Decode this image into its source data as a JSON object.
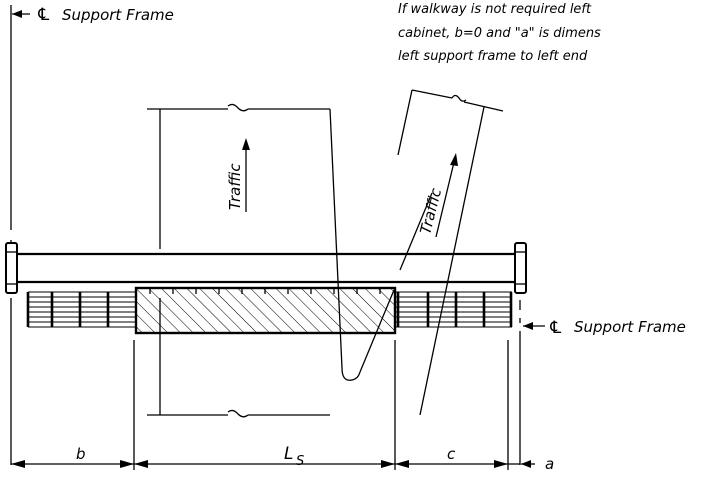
{
  "labels": {
    "support_frame_top": "Support Frame",
    "support_frame_right": "Support Frame",
    "centerline_symbol": "℄",
    "note_line1": "If walkway is not required left",
    "note_line2": "cabinet, b=0 and \"a\" is dimens",
    "note_line3": "left support frame to left end",
    "traffic_left": "Traffic",
    "traffic_right": "Traffic"
  },
  "dimensions": {
    "b": "b",
    "ls_main": "L",
    "ls_sub": "S",
    "c": "c",
    "a": "a"
  },
  "colors": {
    "line": "#000000",
    "background": "#ffffff"
  }
}
